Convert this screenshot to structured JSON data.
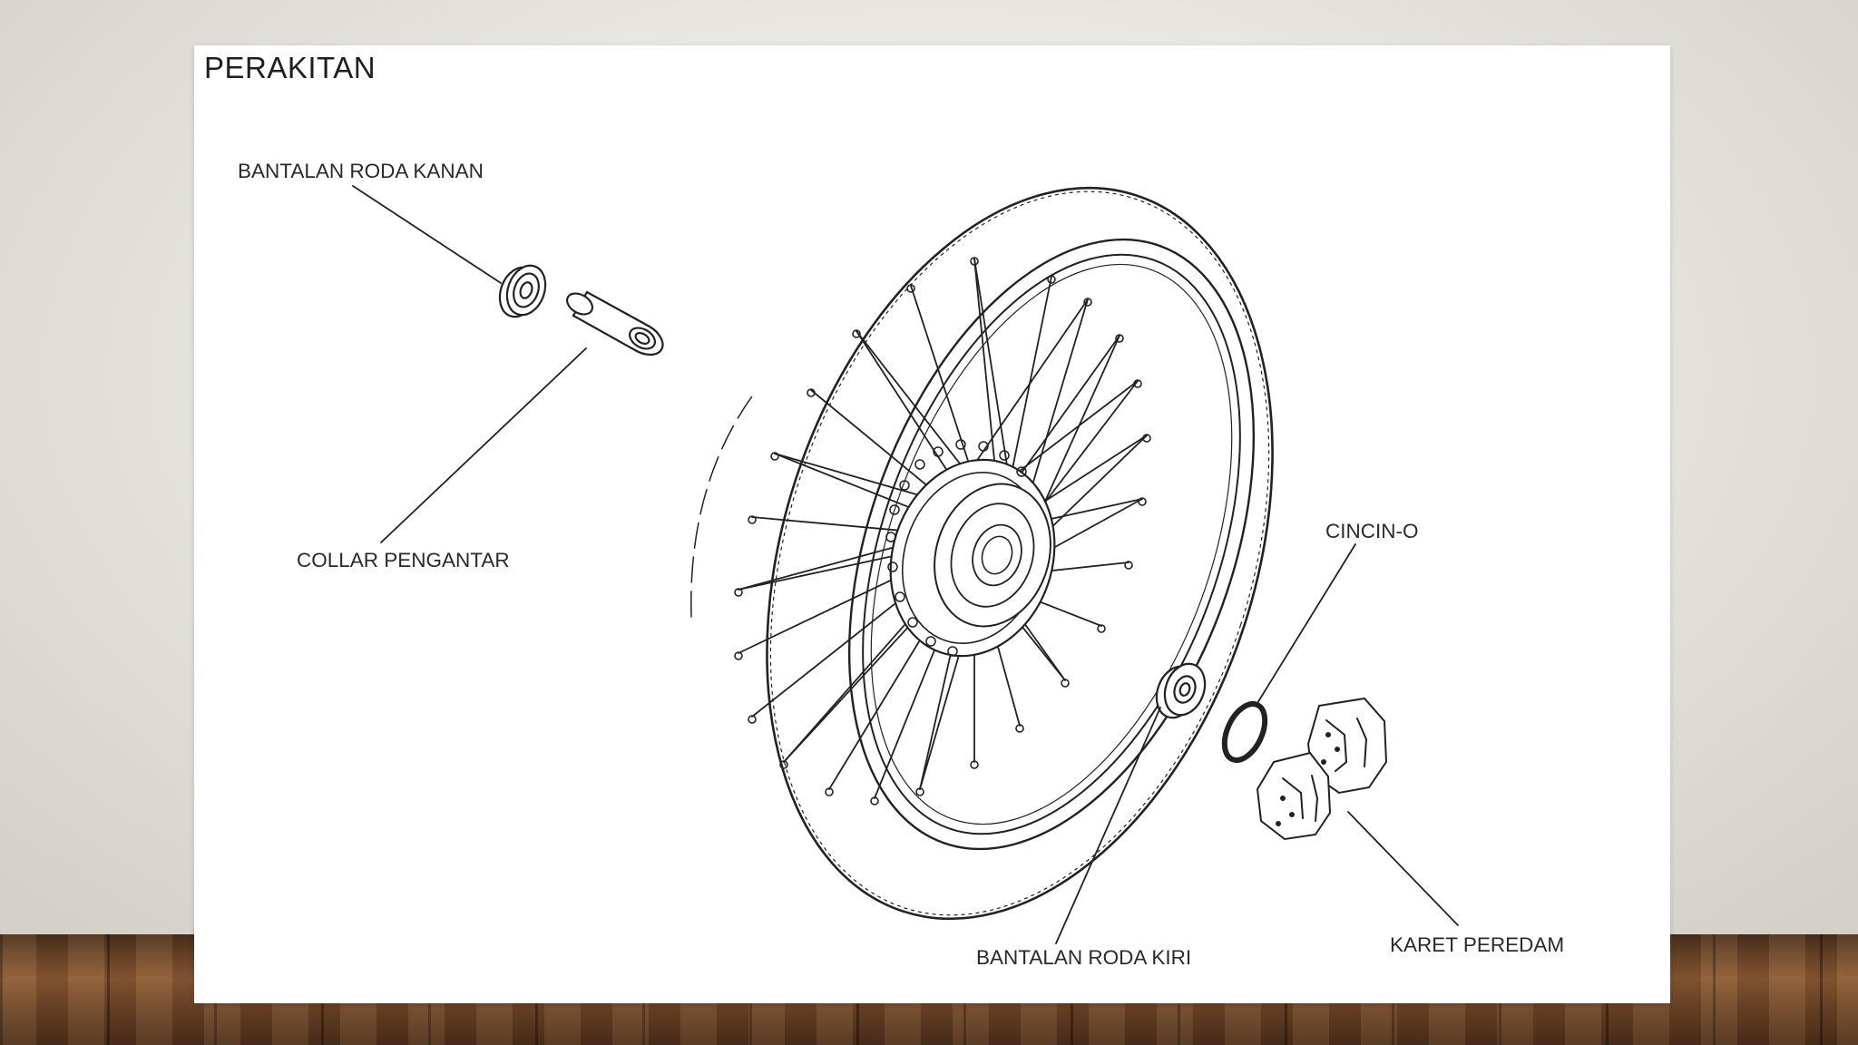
{
  "slide": {
    "title": "PERAKITAN"
  },
  "labels": {
    "bantalan_roda_kanan": "BANTALAN RODA KANAN",
    "collar_pengantar": "COLLAR PENGANTAR",
    "cincin_o": "CINCIN-O",
    "bantalan_roda_kiri": "BANTALAN RODA KIRI",
    "karet_peredam": "KARET PEREDAM"
  },
  "colors": {
    "line": "#222222",
    "slide_background": "#ffffff"
  }
}
